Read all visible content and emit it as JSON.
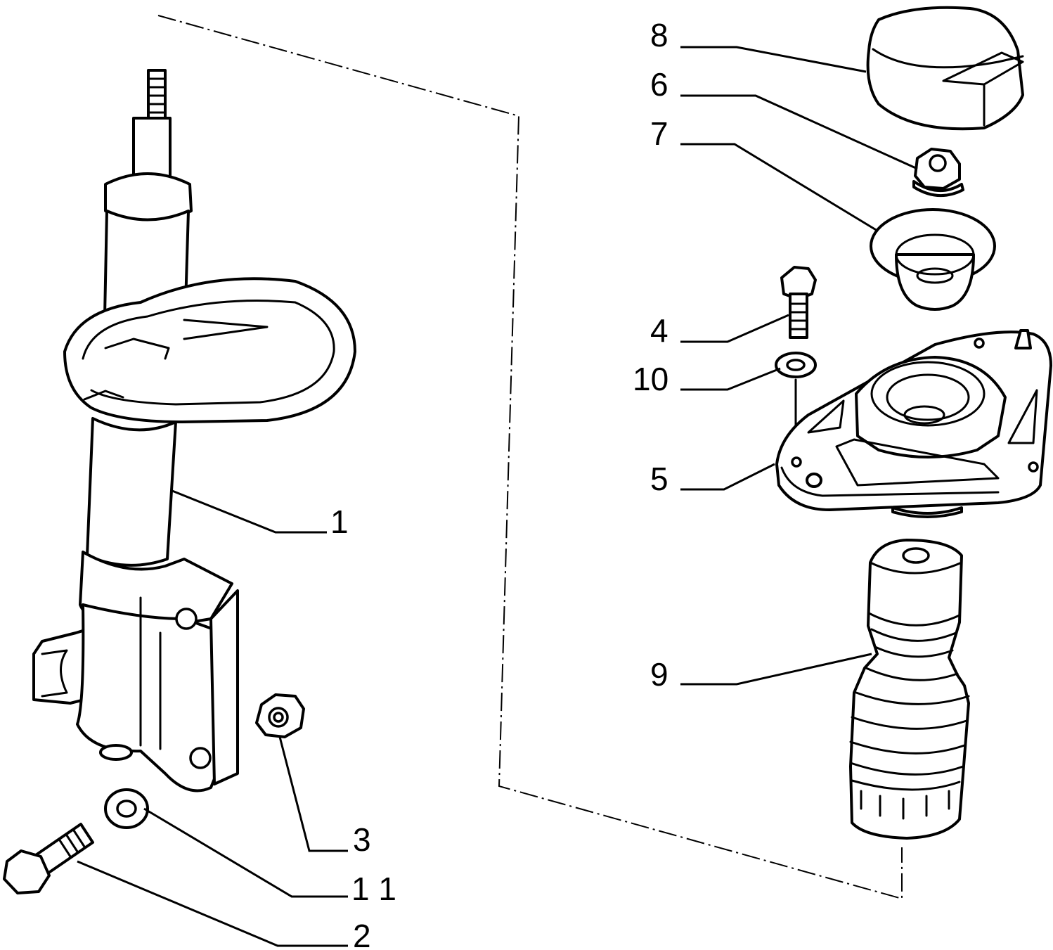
{
  "callouts": {
    "c1": "1",
    "c2": "2",
    "c3": "3",
    "c4": "4",
    "c5": "5",
    "c6": "6",
    "c7": "7",
    "c8": "8",
    "c9": "9",
    "c10": "10",
    "c11": "1 1"
  },
  "colors": {
    "line": "#000000",
    "background": "#ffffff"
  }
}
